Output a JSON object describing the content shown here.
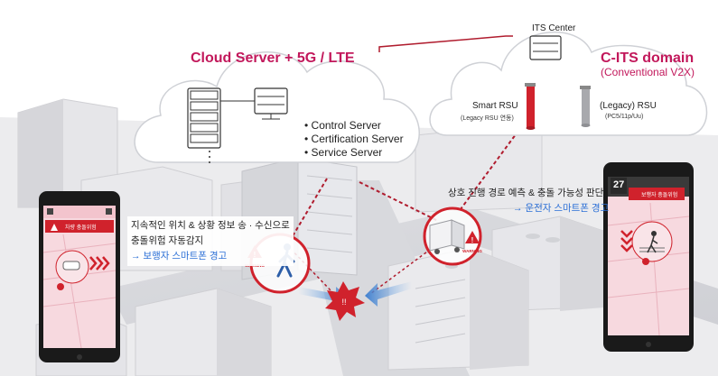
{
  "cloud": {
    "title": "Cloud Server + 5G / LTE",
    "servers": [
      "Control Server",
      "Certification Server",
      "Service Server"
    ]
  },
  "cits": {
    "center": "ITS Center",
    "title": "C-ITS domain",
    "subtitle": "(Conventional V2X)",
    "smart_rsu": "Smart RSU",
    "smart_rsu_sub": "(Legacy RSU 연동)",
    "legacy_rsu": "(Legacy) RSU",
    "legacy_rsu_sub": "(PC5/11p/Uu)"
  },
  "pedestrian_note": {
    "line1": "지속적인 위치 & 상황 정보 송 · 수신으로",
    "line2": "충돌위험 자동감지",
    "line3": "→ 보행자 스마트폰 경고"
  },
  "driver_note": {
    "line1": "상호 진행 경로 예측 & 충돌 가능성 판단",
    "line2": "→ 운전자 스마트폰 경고"
  },
  "warning_label": "WARNING",
  "left_phone": {
    "alert": "차량 충돌위험"
  },
  "right_phone": {
    "speed": "27",
    "alert": "보행자 충돌위험"
  },
  "colors": {
    "accent": "#c2185b",
    "warning_red": "#d0222c",
    "link_blue": "#2b6fd6",
    "connector": "#b01c2e"
  }
}
